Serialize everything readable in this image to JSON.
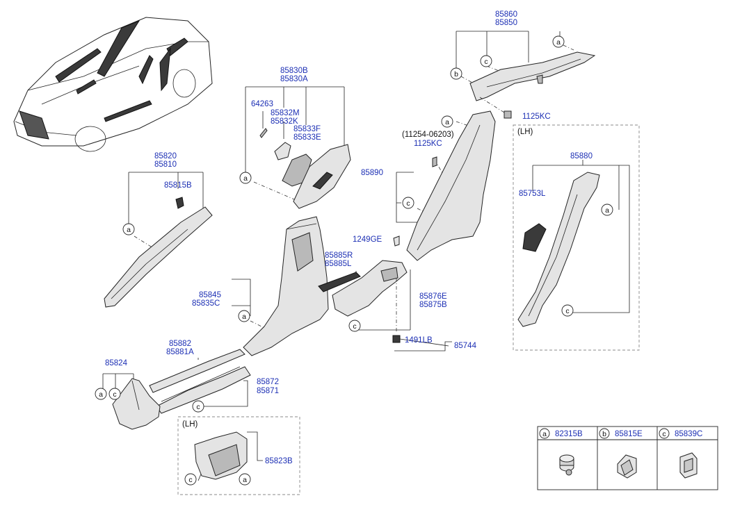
{
  "labels": {
    "p85860": "85860",
    "p85850": "85850",
    "p85830B": "85830B",
    "p85830A": "85830A",
    "p64263": "64263",
    "p85832M": "85832M",
    "p85832K": "85832K",
    "p85833F": "85833F",
    "p85833E": "85833E",
    "p85820": "85820",
    "p85810": "85810",
    "p85815B": "85815B",
    "p1125KC_top": "1125KC",
    "p11254": "(11254-06203)",
    "p1125KC_mid": "1125KC",
    "p85890": "85890",
    "p1249GE": "1249GE",
    "p85885R": "85885R",
    "p85885L": "85885L",
    "p85845": "85845",
    "p85835C": "85835C",
    "p85876E": "85876E",
    "p85875B": "85875B",
    "p1491LB": "1491LB",
    "p85744": "85744",
    "p85882": "85882",
    "p85881A": "85881A",
    "p85824": "85824",
    "p85872": "85872",
    "p85871": "85871",
    "p85823B": "85823B",
    "p85880": "85880",
    "p85753L": "85753L",
    "lh1": "(LH)",
    "lh2": "(LH)"
  },
  "callouts": {
    "a": "a",
    "b": "b",
    "c": "c"
  },
  "legend": [
    {
      "letter": "a",
      "part": "82315B"
    },
    {
      "letter": "b",
      "part": "85815E"
    },
    {
      "letter": "c",
      "part": "85839C"
    }
  ],
  "colors": {
    "part_number": "#1c2fb4",
    "line": "#222222"
  }
}
